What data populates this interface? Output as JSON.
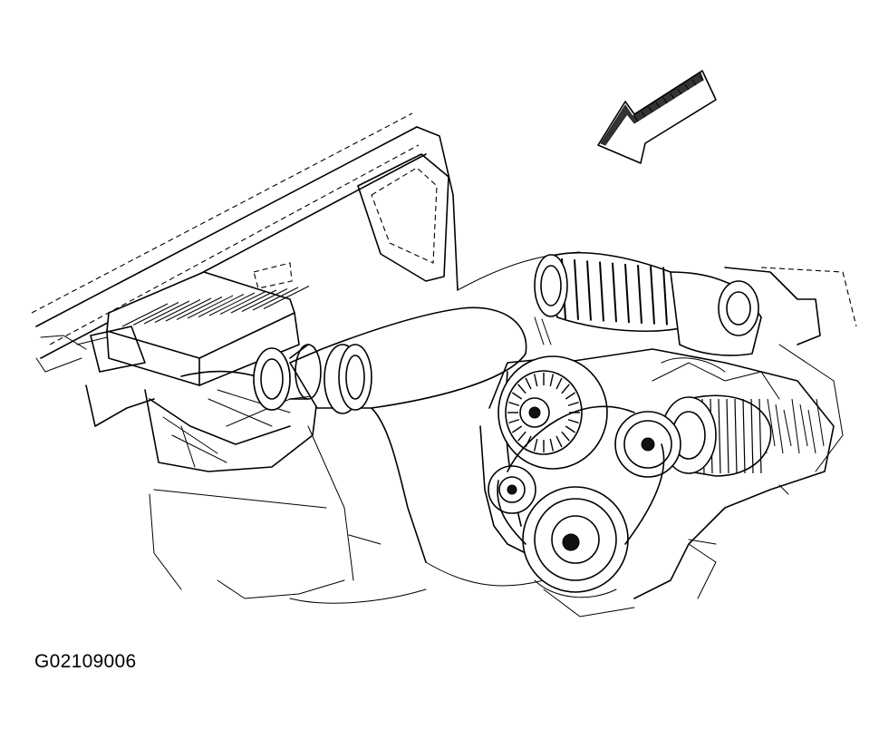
{
  "figure": {
    "code": "G02109006",
    "components": [
      "fender-panel",
      "air-cleaner-housing",
      "air-intake-duct",
      "mass-airflow-sensor-coupling",
      "intake-bellows-duct",
      "throttle-body-elbow",
      "alternator",
      "ac-compressor",
      "crankshaft-pulley",
      "idler-pulley",
      "water-pump-pulley",
      "front-direction-arrow-icon"
    ]
  }
}
